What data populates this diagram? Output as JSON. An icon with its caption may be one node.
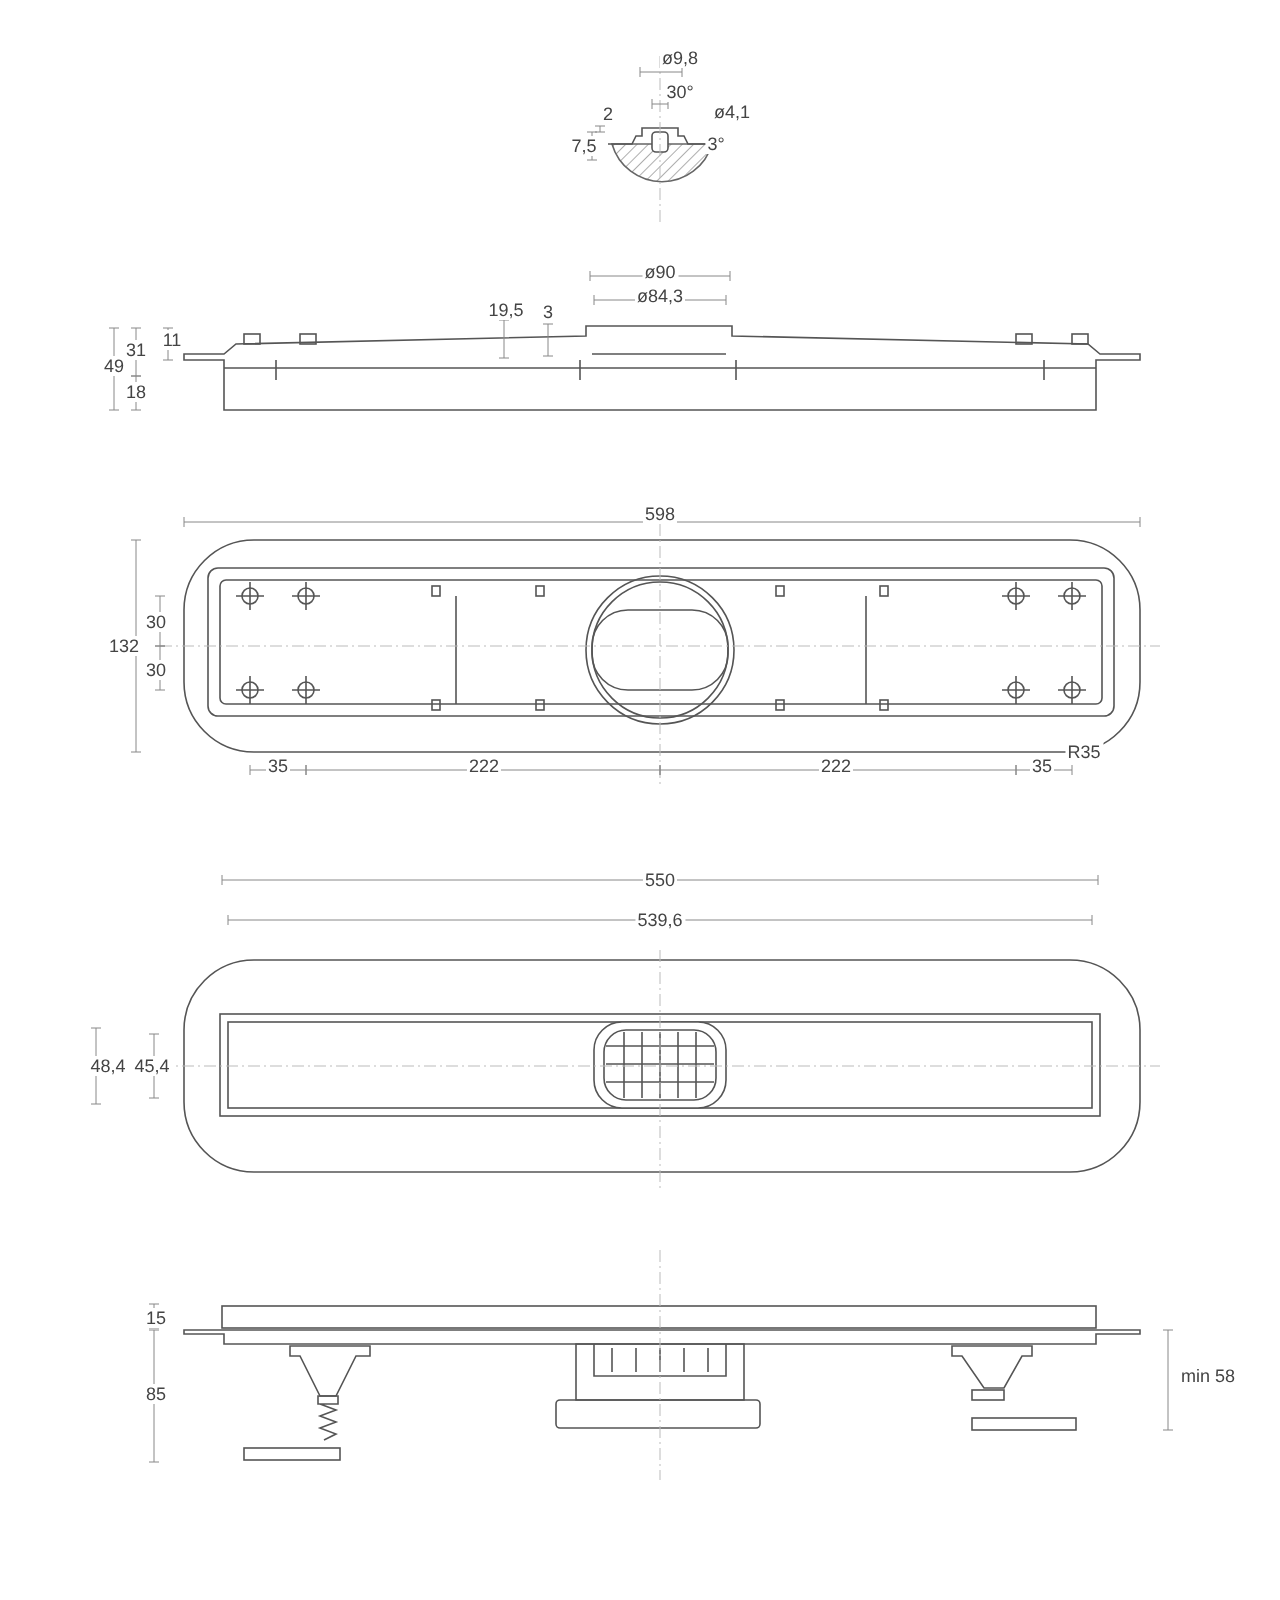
{
  "diagram": {
    "labels": [
      "ø9,8",
      "30°",
      "ø4,1",
      "2",
      "3°",
      "7,5",
      "ø90",
      "ø84,3",
      "19,5",
      "3",
      "11",
      "31",
      "49",
      "18",
      "598",
      "30",
      "132",
      "30",
      "35",
      "222",
      "222",
      "35",
      "R35",
      "550",
      "539,6",
      "48,4",
      "45,4",
      "15",
      "85",
      "min 58"
    ]
  }
}
